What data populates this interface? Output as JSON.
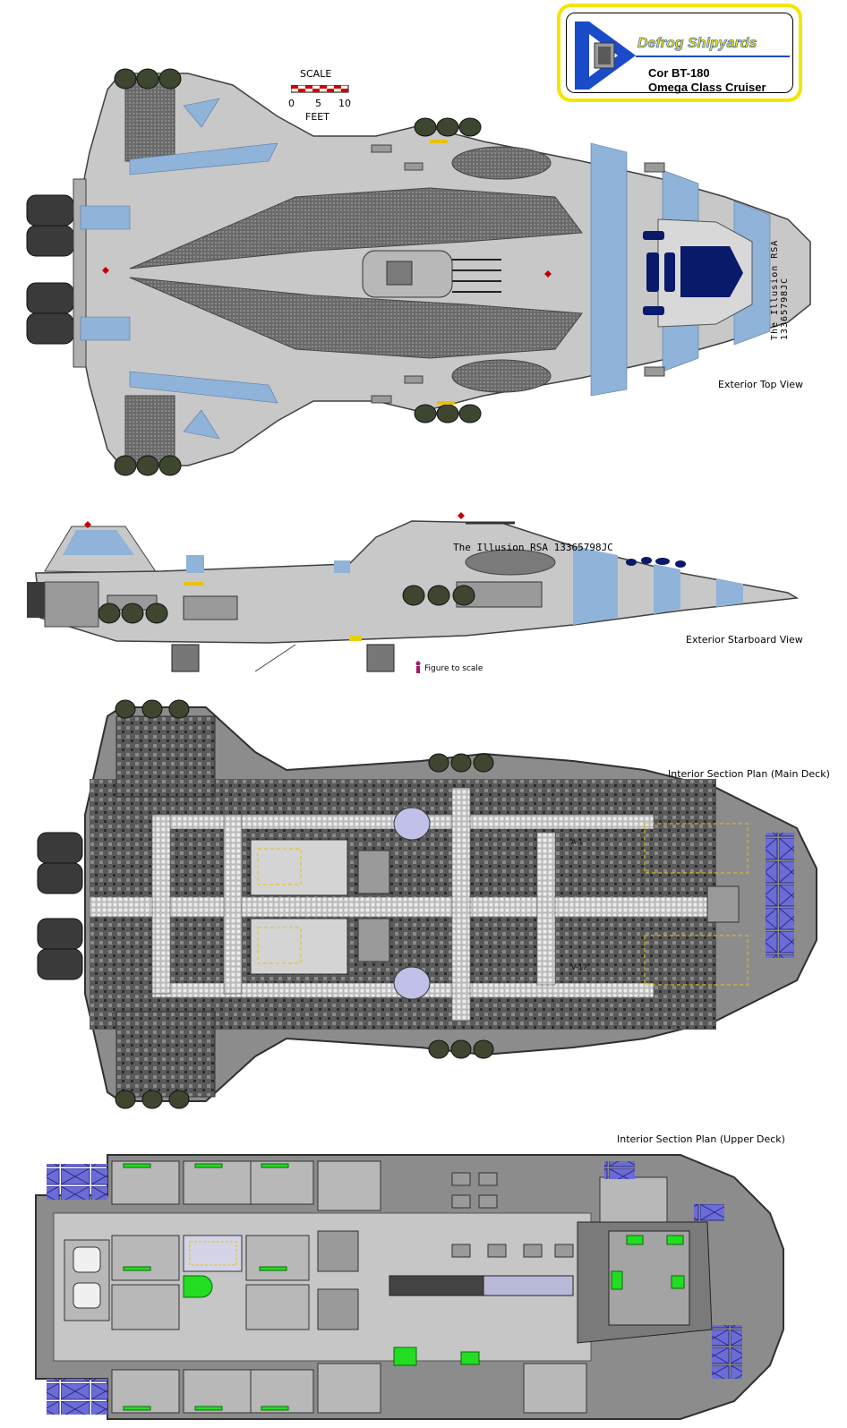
{
  "logo": {
    "brand": "Defrog Shipyards",
    "model": "Cor BT-180",
    "class_name": "Omega Class Cruiser"
  },
  "scale_bar": {
    "title": "SCALE",
    "ticks": [
      "0",
      "5",
      "10"
    ],
    "unit": "FEET"
  },
  "views": {
    "top": "Exterior Top View",
    "starboard": "Exterior Starboard View",
    "figure": "Figure to scale",
    "main_deck": "Interior Section Plan (Main Deck)",
    "upper_deck": "Interior Section Plan (Upper Deck)"
  },
  "hull_marking": "The Illusion RSA 13365798JC",
  "deck_tags": [
    "A-1",
    "V-12"
  ],
  "colors": {
    "hull": "#c8c8c8",
    "hull_dark": "#8a8a8a",
    "stripe_blue": "#8fb3d9",
    "canopy": "#0a1a6a",
    "logo_yellow": "#f2e600",
    "logo_blue": "#1a4bc8",
    "crate": "#6c6cd8",
    "console_green": "#22dd22"
  }
}
